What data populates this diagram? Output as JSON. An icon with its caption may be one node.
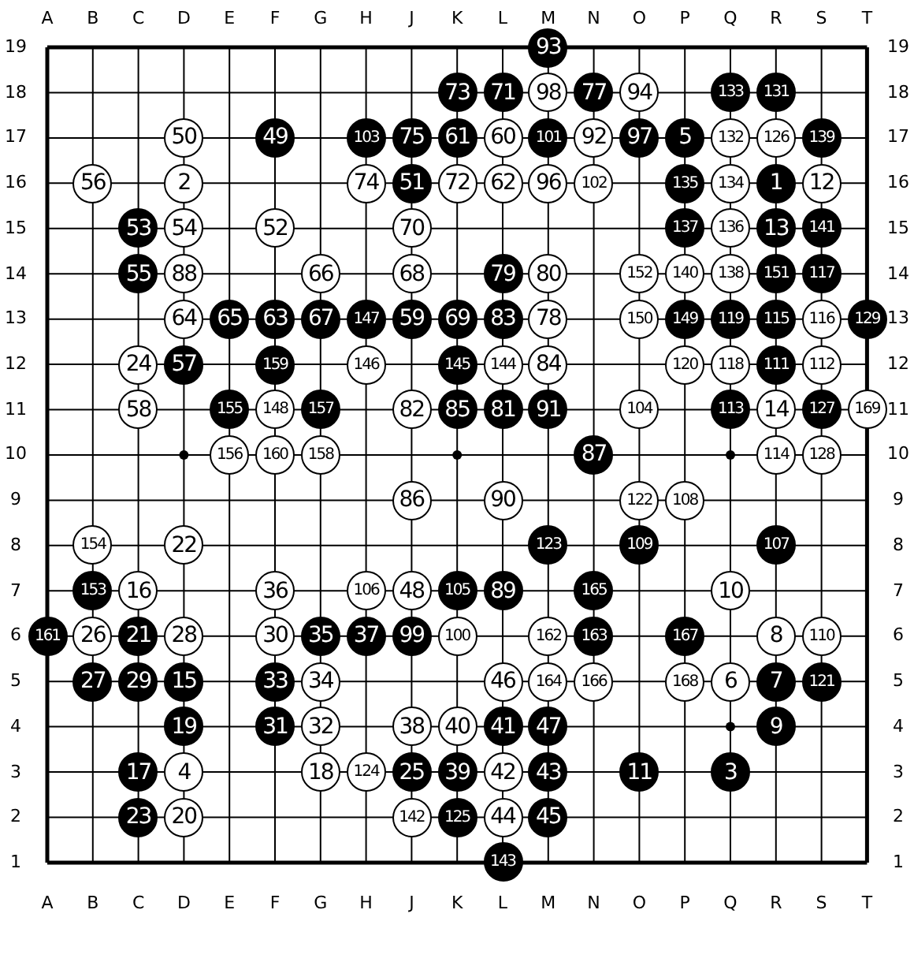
{
  "diagram": {
    "nodes": [
      {
        "text": [
          "93"
        ]
      },
      {
        "text": [
          "73"
        ]
      },
      {
        "text": [
          "71"
        ]
      },
      {
        "text": [
          "98"
        ]
      },
      {
        "text": [
          "77"
        ]
      },
      {
        "text": [
          "94"
        ]
      },
      {
        "text": [
          "133"
        ]
      },
      {
        "text": [
          "131"
        ]
      },
      {
        "text": [
          "50"
        ]
      },
      {
        "text": [
          "49"
        ]
      },
      {
        "text": [
          "103"
        ]
      },
      {
        "text": [
          "75"
        ]
      },
      {
        "text": [
          "61"
        ]
      },
      {
        "text": [
          "60"
        ]
      },
      {
        "text": [
          "101"
        ]
      },
      {
        "text": [
          "92"
        ]
      },
      {
        "text": [
          "97"
        ]
      },
      {
        "text": [
          "5"
        ]
      },
      {
        "text": [
          "132"
        ]
      },
      {
        "text": [
          "126"
        ]
      },
      {
        "text": [
          "139"
        ]
      },
      {
        "text": [
          "56"
        ]
      },
      {
        "text": [
          "2"
        ]
      },
      {
        "text": [
          "74"
        ]
      },
      {
        "text": [
          "51"
        ]
      },
      {
        "text": [
          "72"
        ]
      },
      {
        "text": [
          "62"
        ]
      },
      {
        "text": [
          "96"
        ]
      },
      {
        "text": [
          "102"
        ]
      },
      {
        "text": [
          "135"
        ]
      },
      {
        "text": [
          "134"
        ]
      },
      {
        "text": [
          "1"
        ]
      },
      {
        "text": [
          "12"
        ]
      },
      {
        "text": [
          "53"
        ]
      },
      {
        "text": [
          "54"
        ]
      },
      {
        "text": [
          "52"
        ]
      },
      {
        "text": [
          "70"
        ]
      },
      {
        "text": [
          "137"
        ]
      },
      {
        "text": [
          "136"
        ]
      },
      {
        "text": [
          "13"
        ]
      },
      {
        "text": [
          "141"
        ]
      },
      {
        "text": [
          "55"
        ]
      },
      {
        "text": [
          "88"
        ]
      },
      {
        "text": [
          "66"
        ]
      },
      {
        "text": [
          "68"
        ]
      },
      {
        "text": [
          "79"
        ]
      },
      {
        "text": [
          "80"
        ]
      },
      {
        "text": [
          "152"
        ]
      },
      {
        "text": [
          "140"
        ]
      },
      {
        "text": [
          "138"
        ]
      },
      {
        "text": [
          "151"
        ]
      },
      {
        "text": [
          "117"
        ]
      },
      {
        "text": [
          "64"
        ]
      },
      {
        "text": [
          "65"
        ]
      },
      {
        "text": [
          "63"
        ]
      },
      {
        "text": [
          "67"
        ]
      },
      {
        "text": [
          "147"
        ]
      },
      {
        "text": [
          "59"
        ]
      },
      {
        "text": [
          "69"
        ]
      },
      {
        "text": [
          "83"
        ]
      },
      {
        "text": [
          "78"
        ]
      },
      {
        "text": [
          "150"
        ]
      },
      {
        "text": [
          "149"
        ]
      },
      {
        "text": [
          "119"
        ]
      },
      {
        "text": [
          "115"
        ]
      },
      {
        "text": [
          "116"
        ]
      },
      {
        "text": [
          "129"
        ]
      },
      {
        "text": [
          "24"
        ]
      },
      {
        "text": [
          "57"
        ]
      },
      {
        "text": [
          "159"
        ]
      },
      {
        "text": [
          "146"
        ]
      },
      {
        "text": [
          "145"
        ]
      },
      {
        "text": [
          "144"
        ]
      },
      {
        "text": [
          "84"
        ]
      },
      {
        "text": [
          "120"
        ]
      },
      {
        "text": [
          "118"
        ]
      },
      {
        "text": [
          "111"
        ]
      },
      {
        "text": [
          "112"
        ]
      },
      {
        "text": [
          "58"
        ]
      },
      {
        "text": [
          "155"
        ]
      },
      {
        "text": [
          "148"
        ]
      },
      {
        "text": [
          "157"
        ]
      },
      {
        "text": [
          "82"
        ]
      },
      {
        "text": [
          "85"
        ]
      },
      {
        "text": [
          "81"
        ]
      },
      {
        "text": [
          "91"
        ]
      },
      {
        "text": [
          "104"
        ]
      },
      {
        "text": [
          "113"
        ]
      },
      {
        "text": [
          "14"
        ]
      },
      {
        "text": [
          "127"
        ]
      },
      {
        "text": [
          "169"
        ]
      },
      {
        "text": [
          "156"
        ]
      },
      {
        "text": [
          "160"
        ]
      },
      {
        "text": [
          "158"
        ]
      },
      {
        "text": [
          "87"
        ]
      },
      {
        "text": [
          "114"
        ]
      },
      {
        "text": [
          "128"
        ]
      },
      {
        "text": [
          "86"
        ]
      },
      {
        "text": [
          "90"
        ]
      },
      {
        "text": [
          "122"
        ]
      },
      {
        "text": [
          "108"
        ]
      },
      {
        "text": [
          "154"
        ]
      },
      {
        "text": [
          "22"
        ]
      },
      {
        "text": [
          "123"
        ]
      },
      {
        "text": [
          "109"
        ]
      },
      {
        "text": [
          "107"
        ]
      },
      {
        "text": [
          "153"
        ]
      },
      {
        "text": [
          "16"
        ]
      },
      {
        "text": [
          "36"
        ]
      },
      {
        "text": [
          "106"
        ]
      },
      {
        "text": [
          "48"
        ]
      },
      {
        "text": [
          "105"
        ]
      },
      {
        "text": [
          "89"
        ]
      },
      {
        "text": [
          "165"
        ]
      },
      {
        "text": [
          "10"
        ]
      },
      {
        "text": [
          "161"
        ]
      },
      {
        "text": [
          "26"
        ]
      },
      {
        "text": [
          "21"
        ]
      },
      {
        "text": [
          "28"
        ]
      },
      {
        "text": [
          "30"
        ]
      },
      {
        "text": [
          "35"
        ]
      },
      {
        "text": [
          "37"
        ]
      },
      {
        "text": [
          "99"
        ]
      },
      {
        "text": [
          "100"
        ]
      },
      {
        "text": [
          "162"
        ]
      },
      {
        "text": [
          "163"
        ]
      },
      {
        "text": [
          "167"
        ]
      },
      {
        "text": [
          "8"
        ]
      },
      {
        "text": [
          "110"
        ]
      },
      {
        "text": [
          "27"
        ]
      },
      {
        "text": [
          "29"
        ]
      },
      {
        "text": [
          "15"
        ]
      },
      {
        "text": [
          "33"
        ]
      },
      {
        "text": [
          "34"
        ]
      },
      {
        "text": [
          "46"
        ]
      },
      {
        "text": [
          "164"
        ]
      },
      {
        "text": [
          "166"
        ]
      },
      {
        "text": [
          "168"
        ]
      },
      {
        "text": [
          "6"
        ]
      },
      {
        "text": [
          "7"
        ]
      },
      {
        "text": [
          "121"
        ]
      },
      {
        "text": [
          "19"
        ]
      },
      {
        "text": [
          "31"
        ]
      },
      {
        "text": [
          "32"
        ]
      },
      {
        "text": [
          "38"
        ]
      },
      {
        "text": [
          "40"
        ]
      },
      {
        "text": [
          "41"
        ]
      },
      {
        "text": [
          "47"
        ]
      },
      {
        "text": [
          "9"
        ]
      },
      {
        "text": [
          "17"
        ]
      },
      {
        "text": [
          "4"
        ]
      },
      {
        "text": [
          "18"
        ]
      },
      {
        "text": [
          "124"
        ]
      },
      {
        "text": [
          "25"
        ]
      },
      {
        "text": [
          "39"
        ]
      },
      {
        "text": [
          "42"
        ]
      },
      {
        "text": [
          "43"
        ]
      },
      {
        "text": [
          "11"
        ]
      },
      {
        "text": [
          "3"
        ]
      },
      {
        "text": [
          "23"
        ]
      },
      {
        "text": [
          "20"
        ]
      },
      {
        "text": [
          "142"
        ]
      },
      {
        "text": [
          "125"
        ]
      },
      {
        "text": [
          "44"
        ]
      },
      {
        "text": [
          "45"
        ]
      },
      {
        "text": [
          "143"
        ]
      }
    ],
    "labels": [
      "A",
      "B",
      "C",
      "D",
      "E",
      "F",
      "G",
      "H",
      "J",
      "K",
      "L",
      "M",
      "N",
      "O",
      "P",
      "Q",
      "R",
      "S",
      "T",
      "19",
      "19",
      "18",
      "18",
      "17",
      "17",
      "16",
      "16",
      "15",
      "15",
      "14",
      "14",
      "13",
      "13",
      "12",
      "12",
      "11",
      "11",
      "10",
      "10",
      "9",
      "9",
      "8",
      "8",
      "7",
      "7",
      "6",
      "6",
      "5",
      "5",
      "4",
      "4",
      "3",
      "3",
      "2",
      "2",
      "1",
      "1",
      "A",
      "B",
      "C",
      "D",
      "E",
      "F",
      "G",
      "H",
      "J",
      "K",
      "L",
      "M",
      "N",
      "O",
      "P",
      "Q",
      "R",
      "S",
      "T"
    ]
  }
}
